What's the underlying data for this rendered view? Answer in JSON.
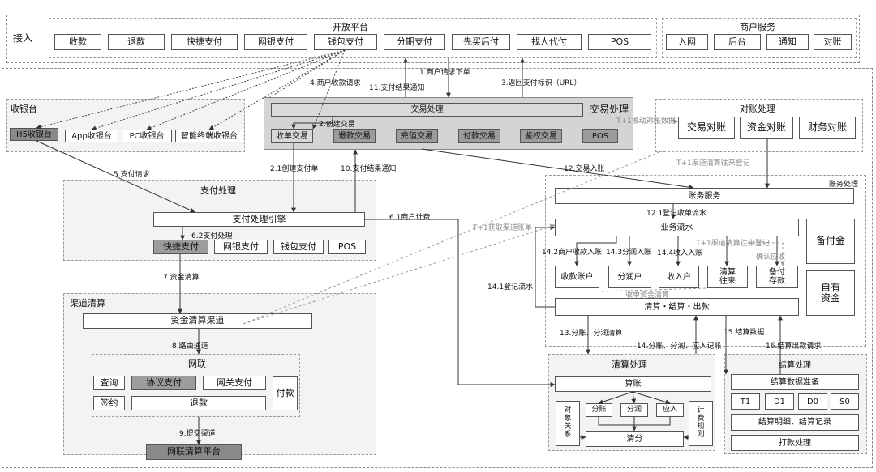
{
  "access": {
    "label": "接入",
    "open_platform": {
      "title": "开放平台",
      "items": [
        "收款",
        "退款",
        "快捷支付",
        "网银支付",
        "钱包支付",
        "分期支付",
        "先买后付",
        "找人代付",
        "POS"
      ]
    },
    "merchant_service": {
      "title": "商户服务",
      "items": [
        "入网",
        "后台",
        "通知",
        "对账"
      ]
    }
  },
  "cashier": {
    "title": "收银台",
    "items": [
      "H5收银台",
      "App收银台",
      "PC收银台",
      "智能终端收银台"
    ]
  },
  "trade": {
    "title": "交易处理",
    "header": "交易处理",
    "items": [
      "收单交易",
      "退款交易",
      "充值交易",
      "付款交易",
      "鉴权交易",
      "POS"
    ]
  },
  "reconcile": {
    "title": "对账处理",
    "items": [
      "交易对账",
      "资金对账",
      "财务对账"
    ]
  },
  "payment": {
    "title": "支付处理",
    "engine": "支付处理引擎",
    "items": [
      "快捷支付",
      "网银支付",
      "钱包支付",
      "POS"
    ]
  },
  "accounting": {
    "title": "账务处理",
    "service": "账务服务",
    "flow": "业务流水",
    "accounts": [
      "收款账户",
      "分润户",
      "收入户"
    ],
    "clearing_io": [
      "清算",
      "往来"
    ],
    "reserve_deposit": [
      "备付",
      "存款"
    ],
    "settle_bar": "清算・结算・出款",
    "reserve_fund": "备付金",
    "own_fund": [
      "自有",
      "资金"
    ]
  },
  "channel": {
    "title": "渠道清算",
    "bar": "资金清算渠道",
    "netunion": {
      "title": "网联",
      "items": [
        "查询",
        "协议支付",
        "网关支付",
        "签约",
        "退款",
        "付款"
      ]
    },
    "platform": "网联清算平台"
  },
  "clearing": {
    "title": "清算处理",
    "calc": "算账",
    "relation": [
      "对",
      "象",
      "关",
      "系"
    ],
    "split": [
      "分账",
      "分润",
      "应入"
    ],
    "clear": "清分",
    "rules": [
      "计",
      "费",
      "规",
      "则"
    ]
  },
  "settlement": {
    "title": "结算处理",
    "prep": "结算数据准备",
    "t": [
      "T1",
      "D1",
      "D0",
      "S0"
    ],
    "detail": "结算明细、结算记录",
    "pay": "打款处理"
  },
  "labels": {
    "l1": "1.商户请求下单",
    "l2": "2.创建交易",
    "l21": "2.1创建支付单",
    "l3": "3.返回支付标识（URL）",
    "l4": "4.商户收款请求",
    "l5": "5.支付请求",
    "l61": "6.1商户计费",
    "l62": "6.2支付处理",
    "l7": "7.资金清算",
    "l8": "8.路由通道",
    "l9": "9.提交渠道",
    "l10": "10.支付结果通知",
    "l11": "11.支付结果通知",
    "l12": "12.交易入账",
    "l121": "12.1登记收单流水",
    "l13": "13.分账、分润清算",
    "l14": "14.分账、分润、应入记账",
    "l141": "14.1登记流水",
    "l142": "14.2商户收款入账",
    "l143": "14.3分润入账",
    "l144": "14.4收入入账",
    "l15": "15.结算数据",
    "l16": "16.结算出款请求",
    "g1": "T+1推动对账数据",
    "g2": "T+1渠道清算往来登记",
    "g3": "T+1获取渠道账单",
    "g4": "T+1渠道清算往来登记",
    "g5": "确认应收",
    "g6": "收单资金清算"
  }
}
